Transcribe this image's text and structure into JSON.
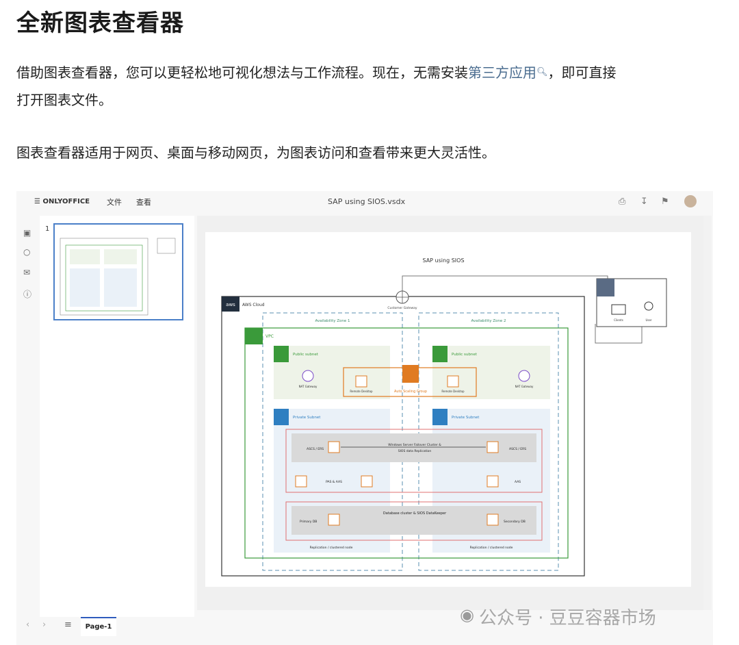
{
  "article": {
    "title": "全新图表查看器",
    "para1_line1_pre": "借助图表查看器，您可以更轻松地可视化想法与工作流程。现在，无需安装",
    "para1_link": "第三方应用",
    "para1_line1_post": "，即可直接",
    "para1_line2": "打开图表文件。",
    "para2": "图表查看器适用于网页、桌面与移动网页，为图表访问和查看带来更大灵活性。"
  },
  "app": {
    "logo": "ONLYOFFICE",
    "menu": [
      "文件",
      "查看"
    ],
    "doc_title": "SAP using SIOS.vsdx",
    "thumb_number": "1",
    "page_tab": "Page-1",
    "toolbar_icons": [
      "print-icon",
      "download-icon",
      "folder-icon",
      "avatar"
    ],
    "left_tools": [
      "thumbnails-icon",
      "comments-icon",
      "feedback-icon",
      "info-icon"
    ]
  },
  "diagram": {
    "title": "SAP using SIOS",
    "aws_cloud": "AWS Cloud",
    "customer_gateway": "Customer Gateway",
    "az1": "Availability Zone 1",
    "az2": "Availability Zone 2",
    "vpc": "VPC",
    "public_subnet": "Public subnet",
    "private_subnet": "Private Subnet",
    "nat_gateway": "NAT Gateway",
    "remote_desktop": "Remote Desktop",
    "auto_scaling": "Auto Scaling Group",
    "ascs": "ASCS / ERS",
    "wsfc_line1": "Windows Server Failover Cluster &",
    "wsfc_line2": "SIOS data Replication",
    "pas": "PAS & AAS",
    "aas": "AAS",
    "db_cluster": "Database cluster & SIOS DataKeeper",
    "primary_db": "Primary DB",
    "secondary_db": "Secondary DB",
    "replication": "Replication / clustered node",
    "clients": "Clients",
    "user": "User",
    "aws_logo": "aws"
  },
  "watermark": "公众号 · 豆豆容器市场",
  "colors": {
    "accent": "#4a7fc8",
    "green": "#3a9a3a",
    "orange": "#e07b22",
    "blue": "#2f7fc1",
    "red": "#e07070"
  }
}
